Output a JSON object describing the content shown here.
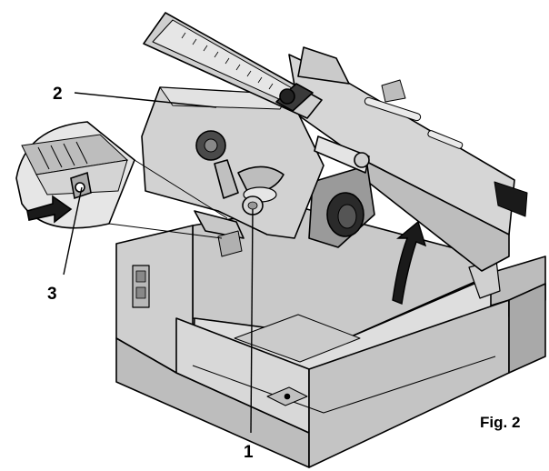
{
  "figure": {
    "caption": "Fig. 2",
    "callouts": [
      {
        "id": "1",
        "text": "1"
      },
      {
        "id": "2",
        "text": "2"
      },
      {
        "id": "3",
        "text": "3"
      }
    ]
  },
  "colors": {
    "body": "#d2d2d2",
    "body_light": "#e6e6e6",
    "body_dark": "#a9a9a9",
    "black": "#1a1a1a",
    "line": "#000000"
  }
}
